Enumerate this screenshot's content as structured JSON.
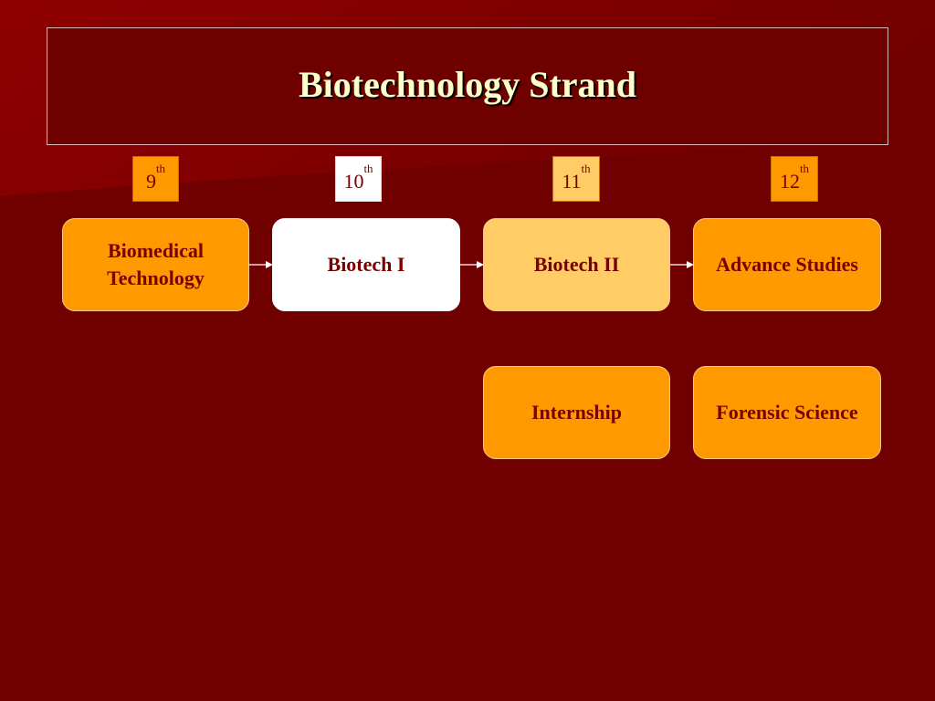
{
  "title": "Biotechnology Strand",
  "grades": [
    {
      "num": "9",
      "suffix": "th"
    },
    {
      "num": "10",
      "suffix": "th"
    },
    {
      "num": "11",
      "suffix": "th"
    },
    {
      "num": "12",
      "suffix": "th"
    }
  ],
  "courses": {
    "biomedical_line1": "Biomedical",
    "biomedical_line2": "Technology",
    "biotech1": "Biotech I",
    "biotech2": "Biotech II",
    "advance": "Advance Studies",
    "internship": "Internship",
    "forensic": "Forensic Science"
  },
  "colors": {
    "background": "#700000",
    "orange": "#ff9900",
    "light_orange": "#ffcc66",
    "white": "#ffffff",
    "text_dark_red": "#7a0000",
    "title_text": "#ffffcc"
  }
}
